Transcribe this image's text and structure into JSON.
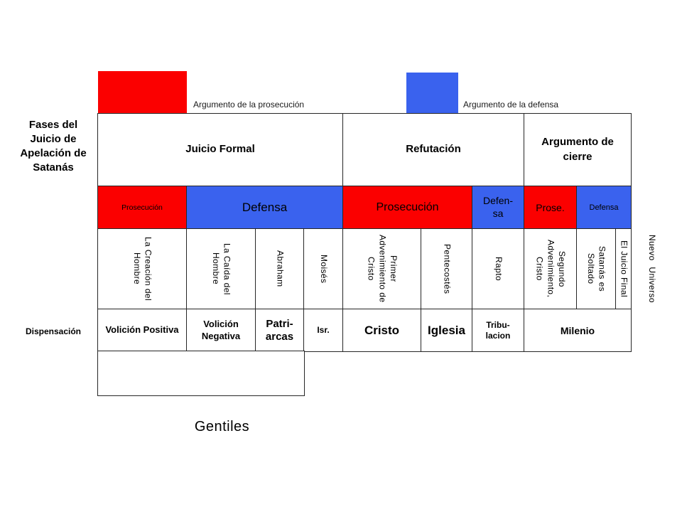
{
  "colors": {
    "prosecution_red": "#fb0000",
    "defense_blue": "#3a62ee",
    "border": "#262626"
  },
  "legend": {
    "prosecution_label": "Argumento de la prosecución",
    "defense_label": "Argumento de la defensa"
  },
  "left_labels": {
    "title": "Fases del\nJuicio de\nApelación de\nSatanás",
    "dispensation": "Dispensación"
  },
  "grid": {
    "phase_headers": [
      {
        "label": "Juicio Formal"
      },
      {
        "label": "Refutación"
      },
      {
        "label": "Argumento de\ncierre"
      }
    ],
    "party_cells": [
      {
        "label": "Prosecución",
        "side": "prosecution"
      },
      {
        "label": "Defensa",
        "side": "defense"
      },
      {
        "label": "Prosecución",
        "side": "prosecution"
      },
      {
        "label": "Defen-\nsa",
        "side": "defense"
      },
      {
        "label": "Prose.",
        "side": "prosecution"
      },
      {
        "label": "Defensa",
        "side": "defense"
      }
    ],
    "events": [
      "La Creación del\nHombre",
      "La Caída del\nHombre",
      "Abraham",
      "Moisés",
      "Primer\nAdvenimiento de\nCristo",
      "Pentecostés",
      "Rapto",
      "Segundo\nAdvenimiento,\nCristo",
      "Satanás es\nSoltado",
      "El Juicio Final"
    ],
    "dispensations": [
      "Volición Positiva",
      "Volición\nNegativa",
      "Patri-\narcas",
      "Isr.",
      "Cristo",
      "Iglesia",
      "Tribu-\nlacion",
      "Milenio"
    ]
  },
  "outside_labels": {
    "gentiles": "Gentiles",
    "nuevo_universo": "Nuevo Universo"
  }
}
